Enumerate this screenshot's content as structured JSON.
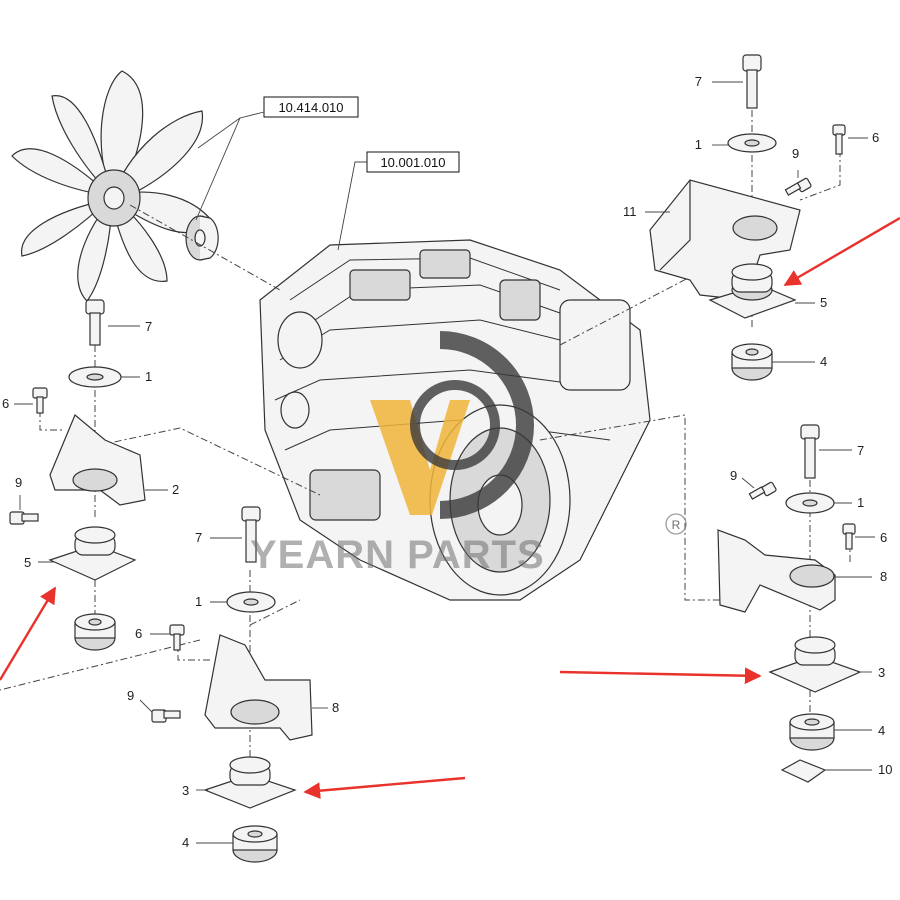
{
  "reference_boxes": [
    {
      "id": "ref-fan",
      "text": "10.414.010"
    },
    {
      "id": "ref-engine",
      "text": "10.001.010"
    }
  ],
  "callouts": {
    "tr": {
      "bolt": "7",
      "washer": "1",
      "small_bolt": "6",
      "bolt2": "9",
      "bracket": "11",
      "mount": "5",
      "spacer": "4"
    },
    "left": {
      "bolt": "7",
      "washer": "1",
      "small_bolt": "6",
      "bolt2": "9",
      "bracket": "2",
      "mount": "5"
    },
    "mid": {
      "bolt": "7",
      "washer": "1",
      "small_bolt": "6",
      "bolt2": "9",
      "bracket": "8",
      "mount": "3",
      "spacer": "4"
    },
    "right": {
      "bolt": "7",
      "washer": "1",
      "small_bolt": "6",
      "bolt2": "9",
      "bracket": "8",
      "mount": "3",
      "spacer": "4",
      "plate": "10"
    }
  },
  "watermark": {
    "brand": "YEARN PARTS",
    "registered": "R",
    "color": "#6f6f6f"
  },
  "colors": {
    "accent_arrow": "#e8322b",
    "logo_gold": "#f0b43a",
    "logo_dark": "#3a3a3a"
  },
  "icons": [
    "fan-icon",
    "engine-icon",
    "company-logo"
  ]
}
